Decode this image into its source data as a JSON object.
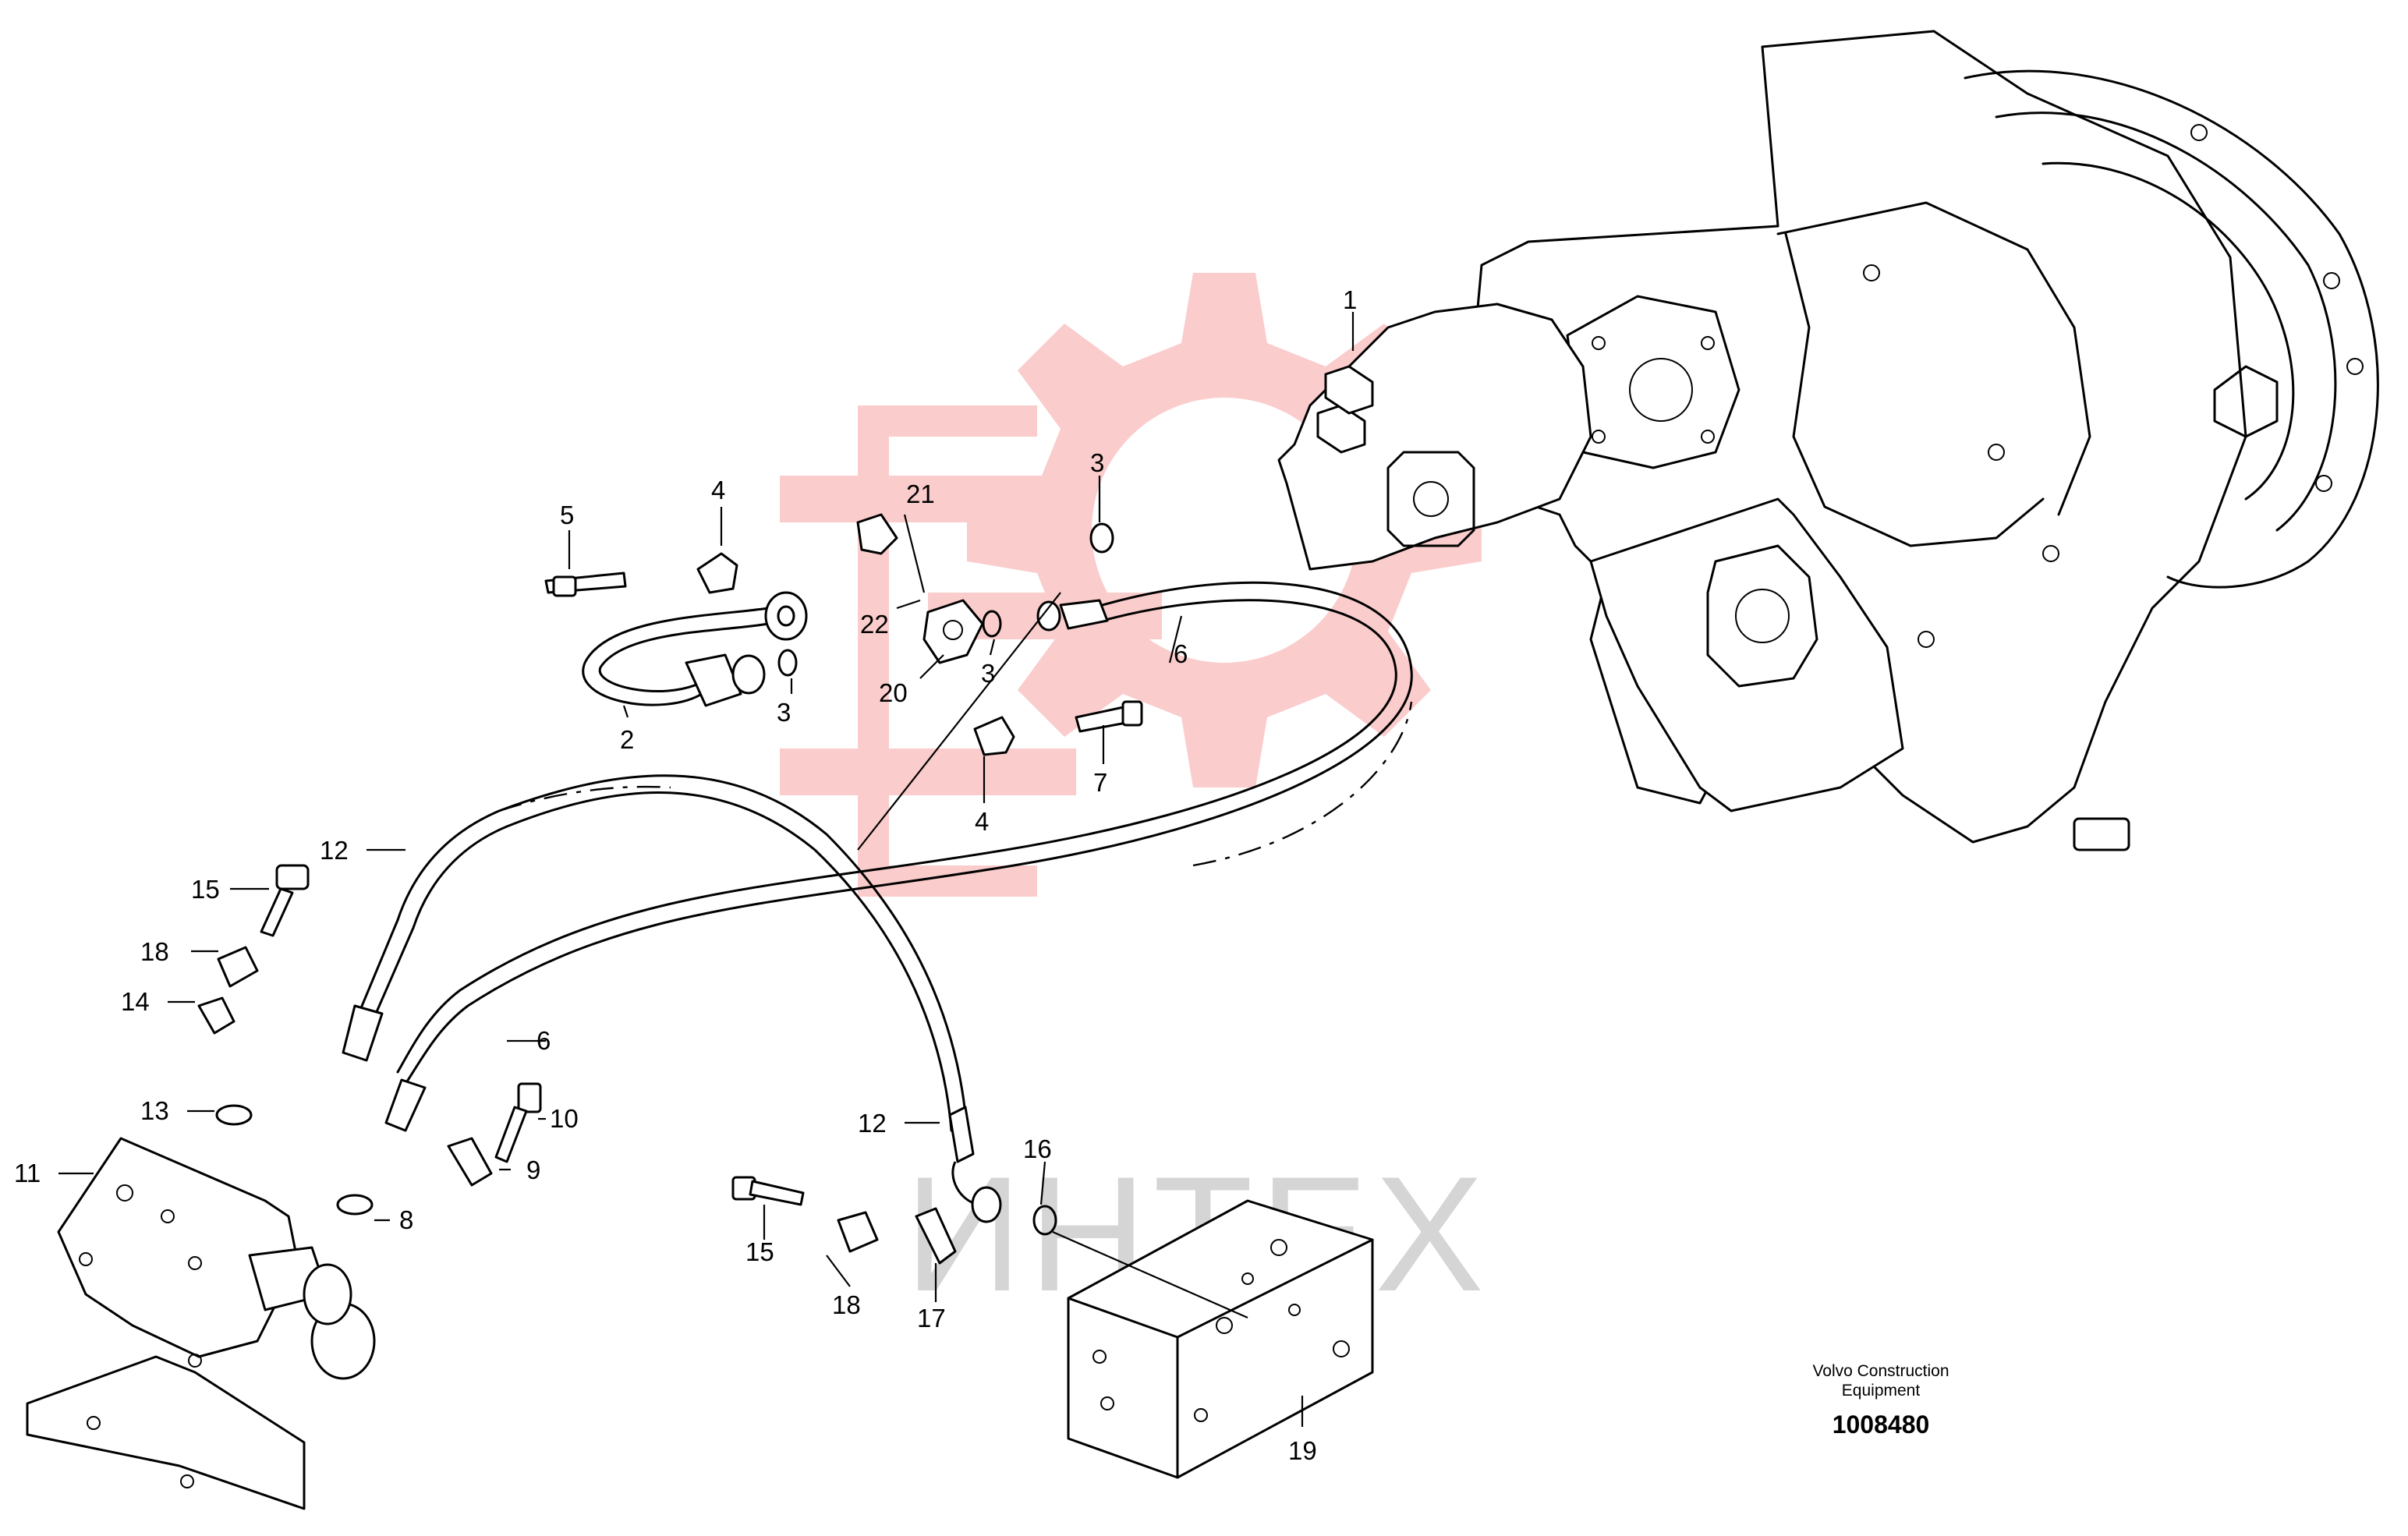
{
  "diagram": {
    "callouts": [
      {
        "id": "c1",
        "text": "1"
      },
      {
        "id": "c2",
        "text": "2"
      },
      {
        "id": "c3a",
        "text": "3"
      },
      {
        "id": "c3b",
        "text": "3"
      },
      {
        "id": "c3c",
        "text": "3"
      },
      {
        "id": "c4a",
        "text": "4"
      },
      {
        "id": "c4b",
        "text": "4"
      },
      {
        "id": "c5",
        "text": "5"
      },
      {
        "id": "c6a",
        "text": "6"
      },
      {
        "id": "c6b",
        "text": "6"
      },
      {
        "id": "c7",
        "text": "7"
      },
      {
        "id": "c8",
        "text": "8"
      },
      {
        "id": "c9",
        "text": "9"
      },
      {
        "id": "c10",
        "text": "10"
      },
      {
        "id": "c11",
        "text": "11"
      },
      {
        "id": "c12a",
        "text": "12"
      },
      {
        "id": "c12b",
        "text": "12"
      },
      {
        "id": "c13",
        "text": "13"
      },
      {
        "id": "c14",
        "text": "14"
      },
      {
        "id": "c15a",
        "text": "15"
      },
      {
        "id": "c15b",
        "text": "15"
      },
      {
        "id": "c16",
        "text": "16"
      },
      {
        "id": "c17",
        "text": "17"
      },
      {
        "id": "c18a",
        "text": "18"
      },
      {
        "id": "c18b",
        "text": "18"
      },
      {
        "id": "c19",
        "text": "19"
      },
      {
        "id": "c20",
        "text": "20"
      },
      {
        "id": "c21",
        "text": "21"
      },
      {
        "id": "c22",
        "text": "22"
      }
    ]
  },
  "footer": {
    "maker_line1": "Volvo Construction",
    "maker_line2": "Equipment",
    "drawing_number": "1008480"
  },
  "watermark": {
    "text": "ИНТЕХ",
    "gear_color": "#f7a3a3",
    "text_color": "#d5d5d5"
  }
}
